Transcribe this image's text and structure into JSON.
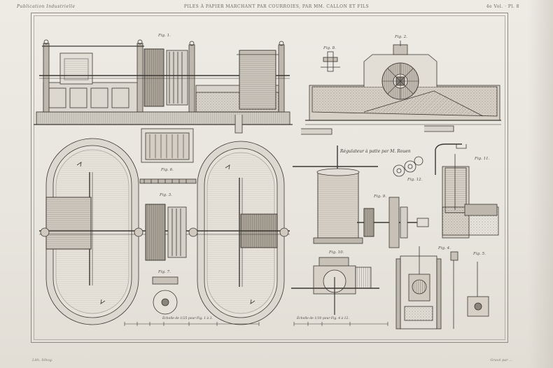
{
  "header": {
    "left": "Publication Industrielle",
    "center": "PILES À PAPIER MARCHANT PAR COURROIES, PAR MM. CALLON ET FILS",
    "right": "4e Vol. · Pl. 8"
  },
  "figures": {
    "fig1": "Fig. 1.",
    "fig2": "Fig. 2.",
    "fig3": "Fig. 3.",
    "fig4": "Fig. 4.",
    "fig5": "Fig. 5.",
    "fig6": "Fig. 6.",
    "fig7": "Fig. 7.",
    "fig8": "Fig. 8.",
    "fig9": "Fig. 9.",
    "fig10": "Fig. 10.",
    "fig11": "Fig. 11.",
    "fig12": "Fig. 12."
  },
  "caption": "Régulateur à patte par M. Rouen",
  "scales": {
    "left": "Échelle de 1/25 pour Fig. 1 à 3.",
    "right": "Échelle de 1/10 pour Fig. 4 à 12."
  },
  "footer": {
    "left": "Lith. lithog.",
    "right": "Gravé par ..."
  },
  "colors": {
    "paper": "#e9e6df",
    "ink": "#3a3631"
  }
}
